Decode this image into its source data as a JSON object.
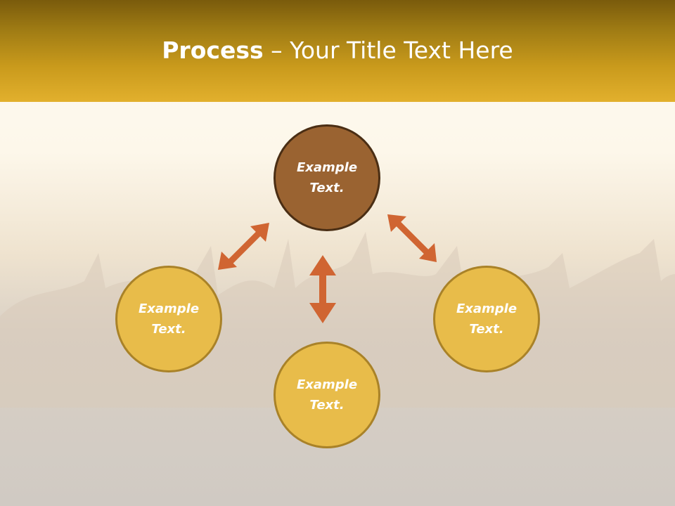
{
  "slide": {
    "title_bold": "Process",
    "title_rest": " – Your Title Text Here"
  },
  "diagram": {
    "center": {
      "line1": "Example",
      "line2": "Text."
    },
    "nodes": [
      {
        "id": "left",
        "line1": "Example",
        "line2": "Text."
      },
      {
        "id": "right",
        "line1": "Example",
        "line2": "Text."
      },
      {
        "id": "bottom",
        "line1": "Example",
        "line2": "Text."
      }
    ],
    "colors": {
      "center_fill": "#9a6331",
      "node_fill": "#e8bc4a",
      "arrow": "#d06532",
      "header": "#c99a1c"
    }
  }
}
